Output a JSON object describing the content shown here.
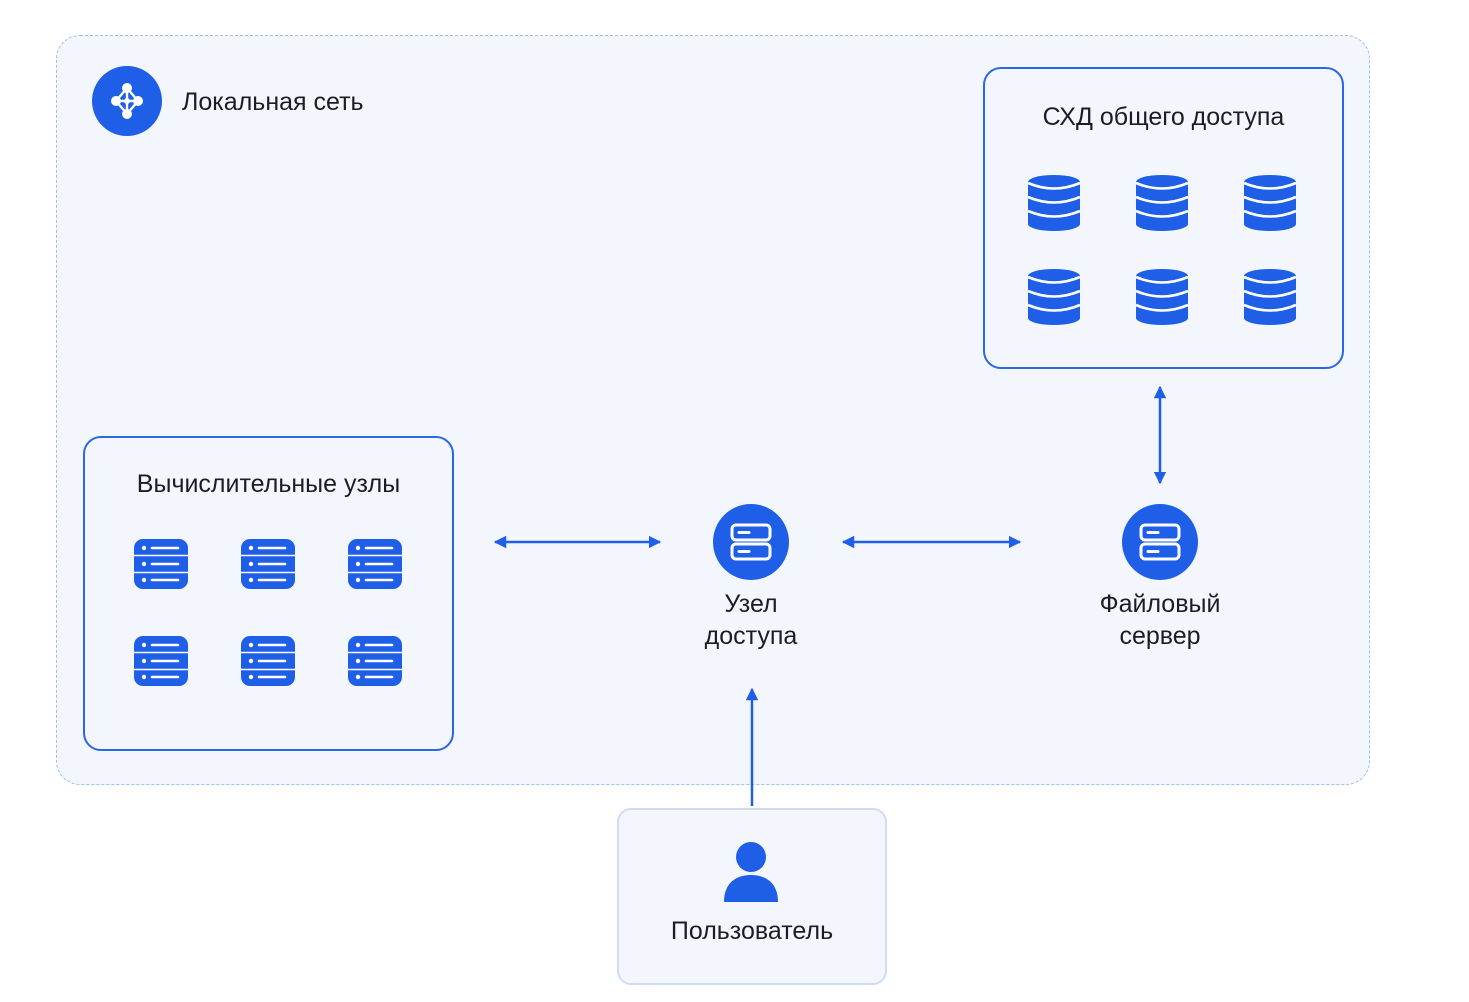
{
  "lan": {
    "title": "Локальная сеть",
    "icon": "network-hub-icon"
  },
  "storage": {
    "title": "СХД общего доступа",
    "icon": "database-icon",
    "unit_count": 6
  },
  "compute": {
    "title": "Вычислительные узлы",
    "icon": "server-rack-icon",
    "unit_count": 6
  },
  "access_node": {
    "label": "Узел\nдоступа",
    "icon": "server-icon"
  },
  "file_server": {
    "label": "Файловый\nсервер",
    "icon": "server-icon"
  },
  "user": {
    "label": "Пользователь",
    "icon": "user-icon"
  },
  "colors": {
    "accent": "#1f5fe8",
    "zone_border": "#9ec0ee",
    "zone_fill": "#f3f6fc"
  }
}
